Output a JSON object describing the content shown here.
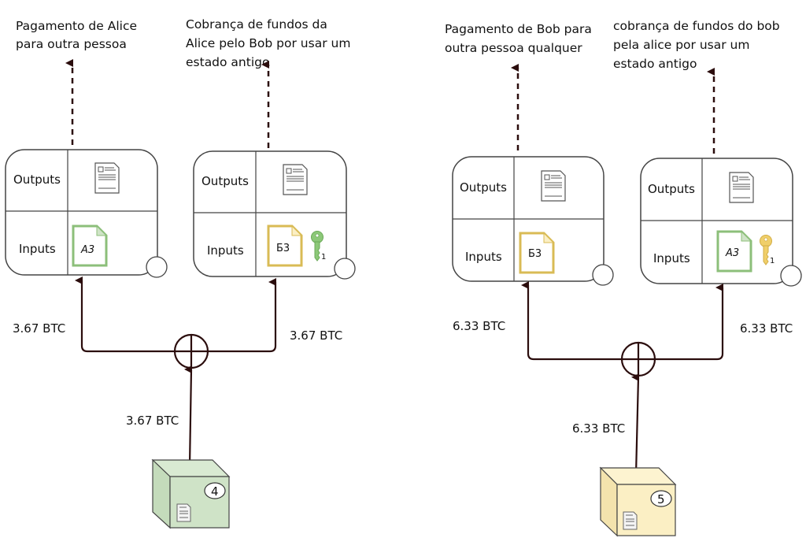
{
  "colors": {
    "line": "#2b0d0d",
    "box_border": "#444444",
    "green_fill": "#cfe3c7",
    "green_border": "#8cbf7a",
    "yellow_fill": "#fbefc4",
    "yellow_border": "#d9bb55",
    "key_green": "#8cc878",
    "key_yellow": "#f0cf6a"
  },
  "diagrams": [
    {
      "id": "alice",
      "funding_box": {
        "number": "4",
        "color": "green",
        "label": "3.67 BTC"
      },
      "split": {
        "left_label": "3.67 BTC",
        "right_label": "3.67 BTC"
      },
      "transactions": [
        {
          "caption": [
            "Pagamento de Alice",
            "para outra pessoa"
          ],
          "outputs_label": "Outputs",
          "inputs_label": "Inputs",
          "input_doc": {
            "label": "A3",
            "color": "green"
          },
          "key": null
        },
        {
          "caption": [
            "Cobrança de fundos da",
            "Alice pelo Bob por usar um",
            "estado antigo"
          ],
          "outputs_label": "Outputs",
          "inputs_label": "Inputs",
          "input_doc": {
            "label": "Б3",
            "color": "yellow"
          },
          "key": {
            "color": "green",
            "number": "1"
          }
        }
      ]
    },
    {
      "id": "bob",
      "funding_box": {
        "number": "5",
        "color": "yellow",
        "label": "6.33 BTC"
      },
      "split": {
        "left_label": "6.33 BTC",
        "right_label": "6.33 BTC"
      },
      "transactions": [
        {
          "caption": [
            "Pagamento de Bob para",
            "outra pessoa qualquer"
          ],
          "outputs_label": "Outputs",
          "inputs_label": "Inputs",
          "input_doc": {
            "label": "Б3",
            "color": "yellow"
          },
          "key": null
        },
        {
          "caption": [
            "cobrança de fundos do bob",
            "pela alice por usar um",
            "estado antigo"
          ],
          "outputs_label": "Outputs",
          "inputs_label": "Inputs",
          "input_doc": {
            "label": "A3",
            "color": "green"
          },
          "key": {
            "color": "yellow",
            "number": "1"
          }
        }
      ]
    }
  ]
}
